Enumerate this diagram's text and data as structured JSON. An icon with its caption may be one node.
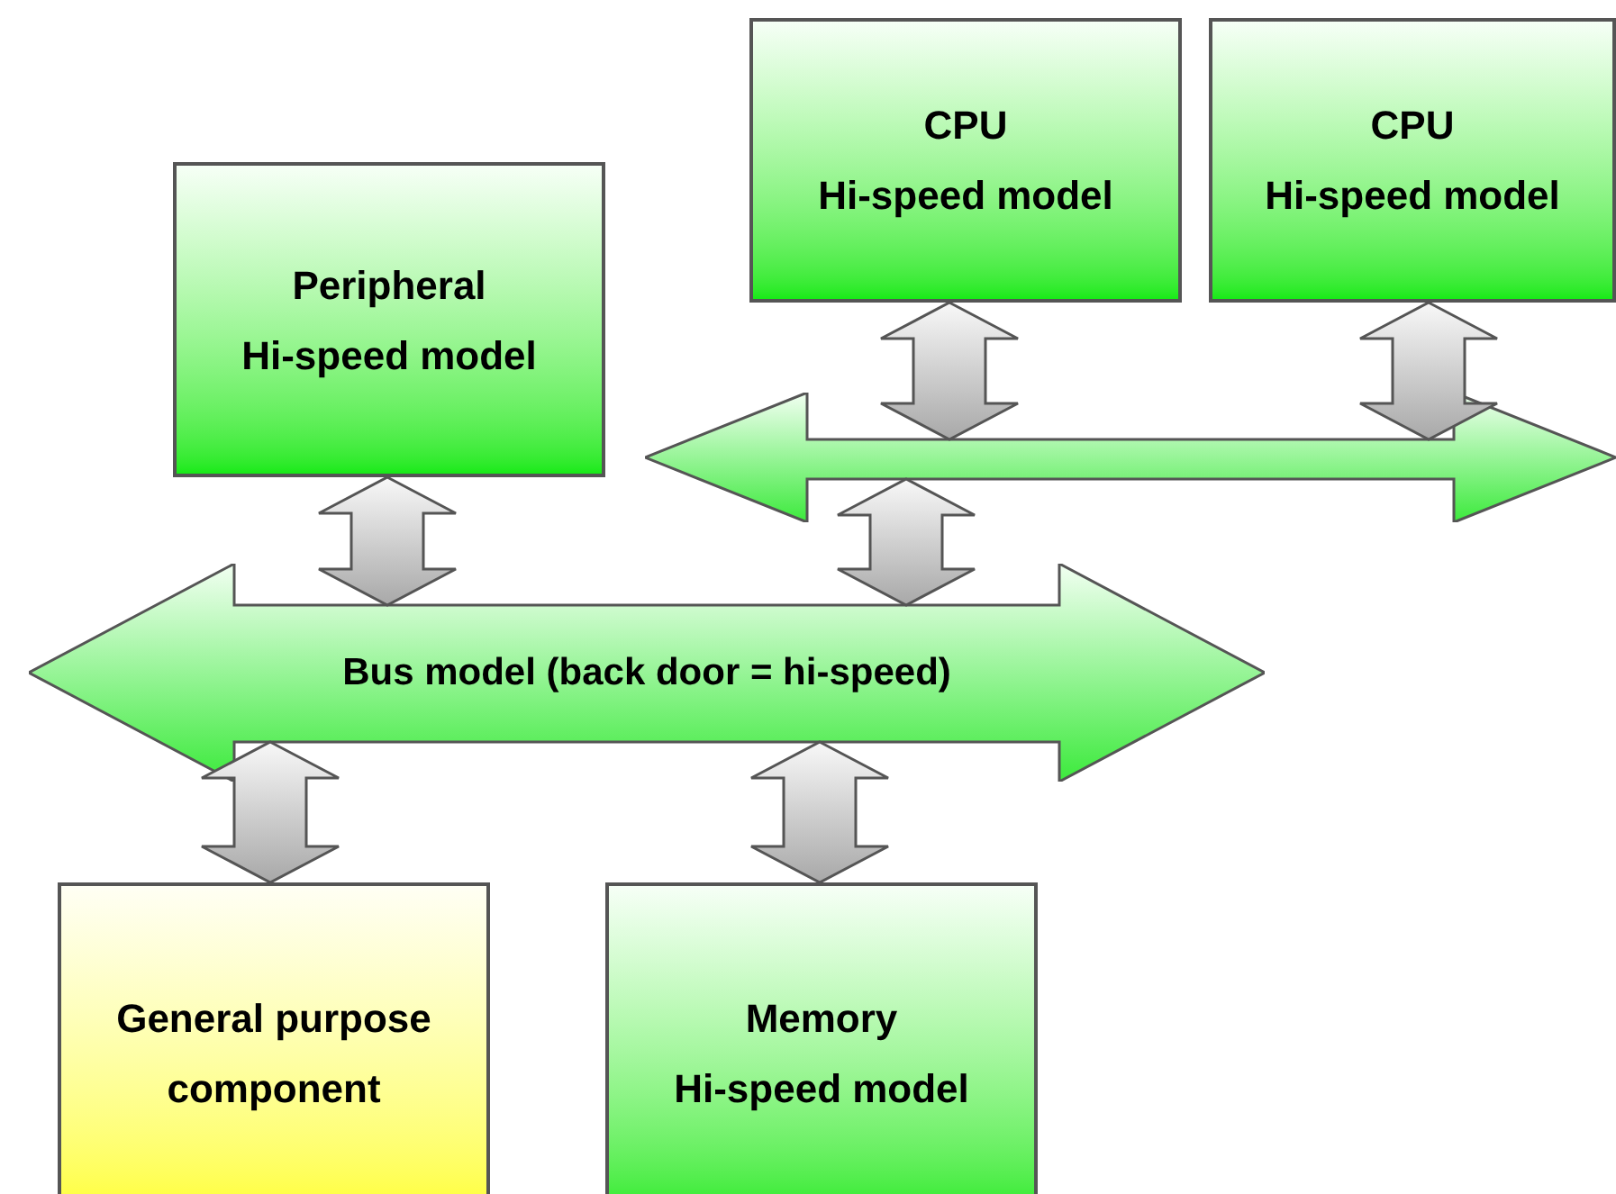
{
  "diagram": {
    "nodes": [
      {
        "text": [
          "CPU",
          "Hi-speed model"
        ]
      },
      {
        "text": [
          "CPU",
          "Hi-speed model"
        ]
      },
      {
        "text": [
          "Peripheral",
          "Hi-speed model"
        ]
      },
      {
        "text": [],
        "shape": "arrow"
      },
      {
        "text": [
          "Bus model (back door = hi-speed)"
        ]
      },
      {
        "text": [
          "General purpose component"
        ]
      },
      {
        "text": [
          "Memory",
          "Hi-speed model"
        ]
      }
    ],
    "edges": [
      {
        "from": 0,
        "to": 3,
        "arrow": "both"
      },
      {
        "from": 1,
        "to": 3,
        "arrow": "both"
      },
      {
        "from": 2,
        "to": 4,
        "arrow": "both"
      },
      {
        "from": 3,
        "to": 4,
        "arrow": "both"
      },
      {
        "from": 4,
        "to": 5,
        "arrow": "both"
      },
      {
        "from": 4,
        "to": 6,
        "arrow": "both"
      }
    ]
  }
}
